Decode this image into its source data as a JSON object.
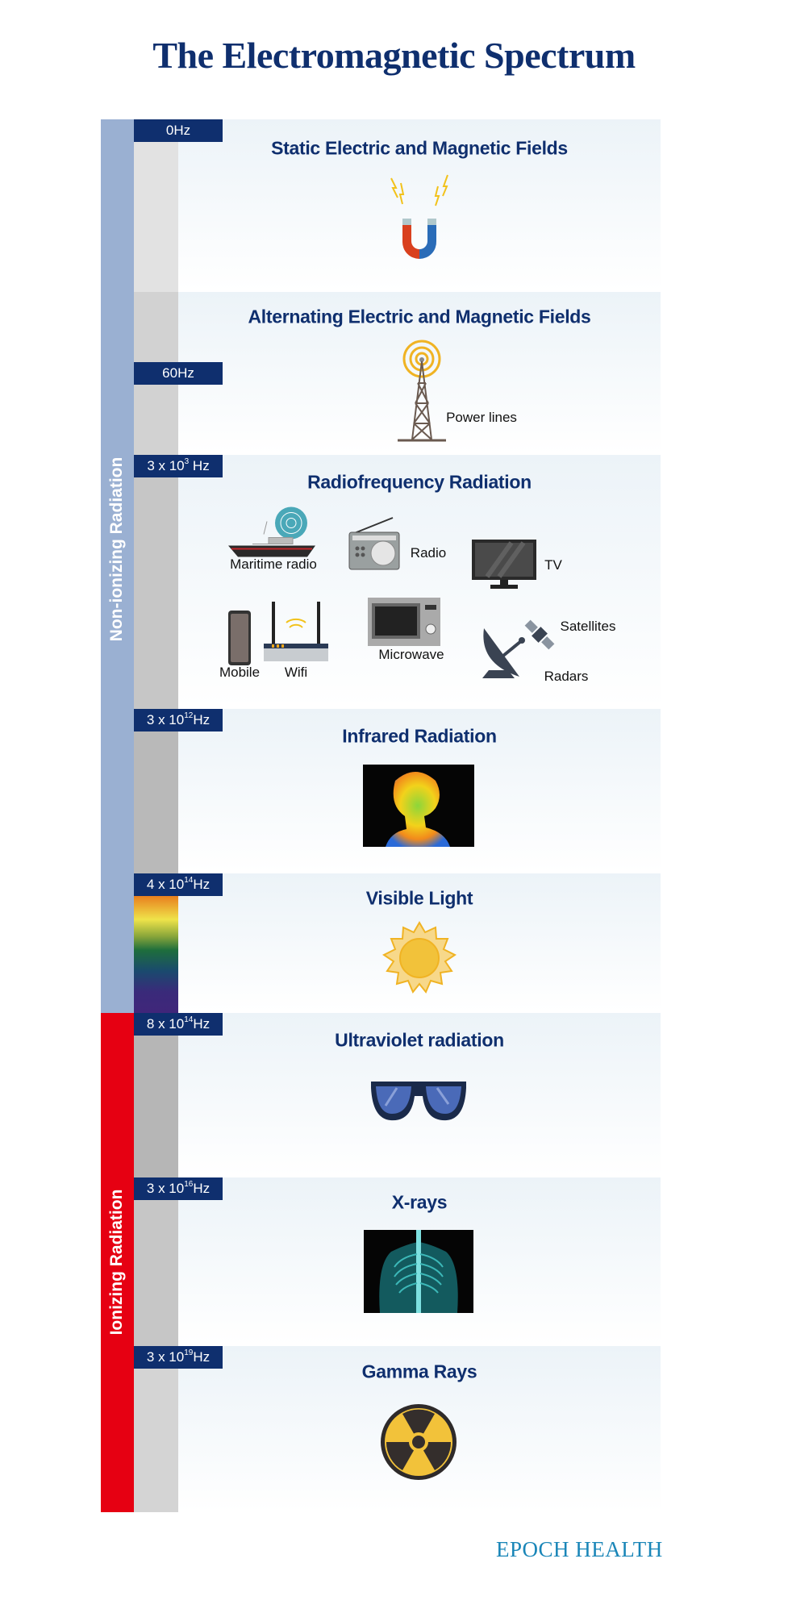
{
  "title": "The Electromagnetic Spectrum",
  "categories": {
    "non_ionizing": "Non-ionizing Radiation",
    "ionizing": "Ionizing Radiation"
  },
  "badges": [
    {
      "pre": "0Hz",
      "exp": "",
      "unit": ""
    },
    {
      "pre": "60Hz",
      "exp": "",
      "unit": ""
    },
    {
      "pre": "3 x 10",
      "exp": "3",
      "unit": " Hz"
    },
    {
      "pre": "3 x 10",
      "exp": "12",
      "unit": "Hz"
    },
    {
      "pre": "4 x 10",
      "exp": "14",
      "unit": "Hz"
    },
    {
      "pre": "8 x 10",
      "exp": "14",
      "unit": "Hz"
    },
    {
      "pre": "3 x 10",
      "exp": "16",
      "unit": "Hz"
    },
    {
      "pre": "3 x 10",
      "exp": "19",
      "unit": "Hz"
    }
  ],
  "sections": [
    {
      "title": "Static Electric and Magnetic Fields"
    },
    {
      "title": "Alternating Electric and Magnetic Fields",
      "items": [
        "Power lines"
      ]
    },
    {
      "title": "Radiofrequency Radiation",
      "items": [
        "Maritime radio",
        "Radio",
        "TV",
        "Mobile",
        "Wifi",
        "Microwave",
        "Satellites",
        "Radars"
      ]
    },
    {
      "title": "Infrared Radiation"
    },
    {
      "title": "Visible Light"
    },
    {
      "title": "Ultraviolet radiation"
    },
    {
      "title": "X-rays"
    },
    {
      "title": "Gamma Rays"
    }
  ],
  "colors": {
    "navy": "#0f2f6e",
    "non_ionizing": "#9ab0d2",
    "ionizing": "#e60012",
    "footer": "#1a86b8"
  },
  "footer": "EPOCH HEALTH"
}
